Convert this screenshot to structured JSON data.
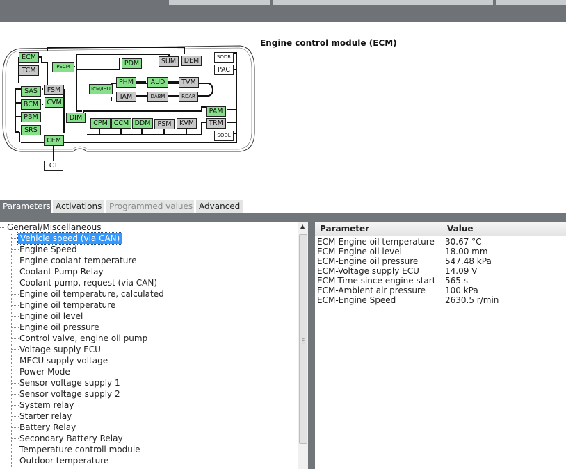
{
  "header": {
    "title": "Engine control module (ECM)"
  },
  "diagram": {
    "modules": [
      {
        "id": "ECM",
        "label": "ECM",
        "active": true
      },
      {
        "id": "TCM",
        "label": "TCM",
        "active": false
      },
      {
        "id": "PSCM",
        "label": "PSCM",
        "active": true
      },
      {
        "id": "PDM",
        "label": "PDM",
        "active": true
      },
      {
        "id": "SUM",
        "label": "SUM",
        "active": false
      },
      {
        "id": "DEM",
        "label": "DEM",
        "active": false
      },
      {
        "id": "SODR",
        "label": "SODR",
        "active": false
      },
      {
        "id": "PAC",
        "label": "PAC",
        "active": false
      },
      {
        "id": "SAS",
        "label": "SAS",
        "active": true
      },
      {
        "id": "FSM",
        "label": "FSM",
        "active": false
      },
      {
        "id": "BCM",
        "label": "BCM",
        "active": true
      },
      {
        "id": "CVM",
        "label": "CVM",
        "active": true
      },
      {
        "id": "ICMIHU",
        "label": "ICM/IHU",
        "active": true
      },
      {
        "id": "PHM",
        "label": "PHM",
        "active": true
      },
      {
        "id": "AUD",
        "label": "AUD",
        "active": true
      },
      {
        "id": "TVM",
        "label": "TVM",
        "active": false
      },
      {
        "id": "IAM",
        "label": "IAM",
        "active": false
      },
      {
        "id": "DABM",
        "label": "DABM",
        "active": false
      },
      {
        "id": "RDAR",
        "label": "RDAR",
        "active": false
      },
      {
        "id": "PBM",
        "label": "PBM",
        "active": true
      },
      {
        "id": "DIM",
        "label": "DIM",
        "active": true
      },
      {
        "id": "SRS",
        "label": "SRS",
        "active": true
      },
      {
        "id": "CPM",
        "label": "CPM",
        "active": true
      },
      {
        "id": "CCM",
        "label": "CCM",
        "active": true
      },
      {
        "id": "DDM",
        "label": "DDM",
        "active": true
      },
      {
        "id": "PSM",
        "label": "PSM",
        "active": false
      },
      {
        "id": "KVM",
        "label": "KVM",
        "active": false
      },
      {
        "id": "PAM",
        "label": "PAM",
        "active": true
      },
      {
        "id": "TRM",
        "label": "TRM",
        "active": false
      },
      {
        "id": "SODL",
        "label": "SODL",
        "active": false
      },
      {
        "id": "CEM",
        "label": "CEM",
        "active": true
      },
      {
        "id": "CT",
        "label": "CT",
        "active": false
      }
    ]
  },
  "tabs": [
    {
      "label": "Parameters",
      "state": "active"
    },
    {
      "label": "Activations",
      "state": "normal"
    },
    {
      "label": "Programmed values",
      "state": "disabled"
    },
    {
      "label": "Advanced",
      "state": "normal"
    }
  ],
  "tree": {
    "root": "General/Miscellaneous",
    "items": [
      "Vehicle speed (via CAN)",
      "Engine Speed",
      "Engine coolant temperature",
      "Coolant Pump Relay",
      "Coolant pump, request (via CAN)",
      "Engine oil temperature, calculated",
      "Engine oil temperature",
      "Engine oil level",
      "Engine oil pressure",
      "Control valve, engine oil pump",
      "Voltage supply ECU",
      "MECU supply voltage",
      "Power Mode",
      "Sensor voltage supply 1",
      "Sensor voltage supply 2",
      "System relay",
      "Starter relay",
      "Battery Relay",
      "Secondary Battery Relay",
      "Temperature controll module",
      "Outdoor temperature"
    ],
    "selected_index": 0
  },
  "grid": {
    "columns": [
      "Parameter",
      "Value"
    ],
    "rows": [
      {
        "parameter": "ECM-Engine oil temperature",
        "value": "30.67 °C"
      },
      {
        "parameter": "ECM-Engine oil level",
        "value": "18.00 mm"
      },
      {
        "parameter": "ECM-Engine oil pressure",
        "value": "547.48 kPa"
      },
      {
        "parameter": "ECM-Voltage supply ECU",
        "value": "14.09 V"
      },
      {
        "parameter": "ECM-Time since engine start",
        "value": "565 s"
      },
      {
        "parameter": "ECM-Ambient air pressure",
        "value": "100 kPa"
      },
      {
        "parameter": "ECM-Engine Speed",
        "value": "2630.5 r/min"
      }
    ]
  },
  "colors": {
    "active_module": "#86e08a",
    "inactive_module": "#c8c8c8",
    "bar": "#71767b",
    "selection": "#3399ff"
  }
}
